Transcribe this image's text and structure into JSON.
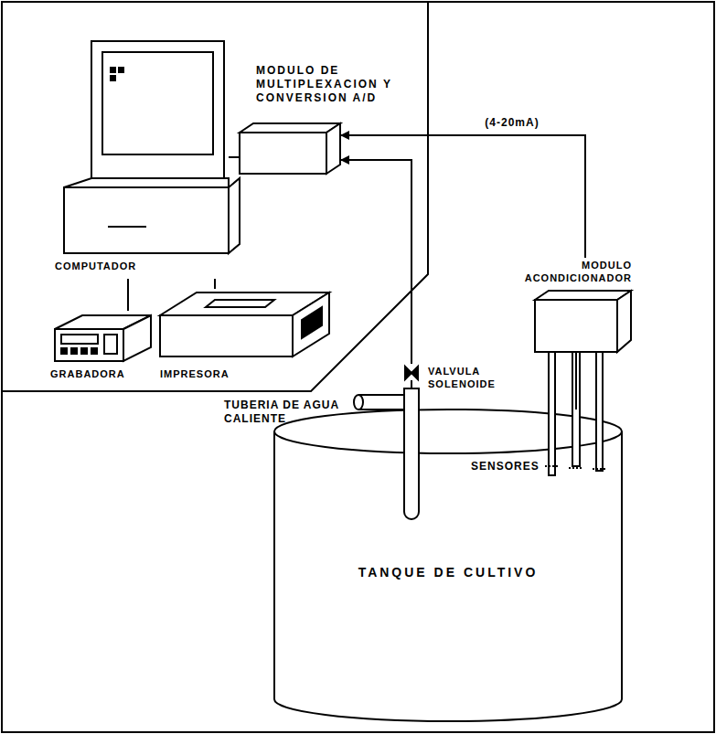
{
  "diagram": {
    "nodes": [
      {
        "text": [
          "COMPUTADOR"
        ]
      },
      {
        "text": [
          "MODULO DE MULTIPLEXACION Y CONVERSION A/D"
        ]
      },
      {
        "text": [
          "GRABADORA"
        ]
      },
      {
        "text": [
          "IMPRESORA"
        ]
      },
      {
        "text": [
          "MODULO ACONDICIONADOR"
        ]
      },
      {
        "text": [
          "VALVULA SOLENOIDE"
        ]
      },
      {
        "text": [
          "TANQUE DE CULTIVO"
        ]
      }
    ],
    "edges": [
      {
        "from": 1,
        "to": 0,
        "arrow": "none"
      },
      {
        "from": 0,
        "to": 2,
        "arrow": "none"
      },
      {
        "from": 0,
        "to": 3,
        "arrow": "none"
      },
      {
        "from": 4,
        "to": 1,
        "label": "(4-20mA)",
        "arrow": "to"
      },
      {
        "from": 5,
        "to": 1,
        "arrow": "to"
      },
      {
        "from": 4,
        "to": 6,
        "arrow": "none"
      }
    ],
    "labels": [
      "TUBERIA DE AGUA CALIENTE",
      "SENSORES"
    ]
  }
}
